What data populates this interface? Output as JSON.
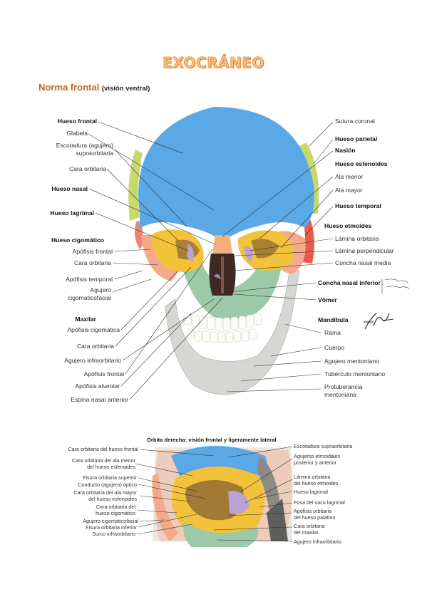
{
  "title": "EXOCRÁNEO",
  "subtitle": {
    "main": "Norma frontal",
    "detail": "(visión ventral)"
  },
  "figure1": {
    "left_labels": [
      {
        "text": "Hueso frontal",
        "bold": true
      },
      {
        "text": "Glabela",
        "bold": false
      },
      {
        "text": "Escotadura (agujero)",
        "bold": false
      },
      {
        "text": "supraorbitaria",
        "bold": false
      },
      {
        "text": "Cara orbitaria",
        "bold": false
      },
      {
        "text": "Hueso nasal",
        "bold": true
      },
      {
        "text": "Hueso lagrimal",
        "bold": true
      },
      {
        "text": "Hueso cigomático",
        "bold": true
      },
      {
        "text": "Apófisis frontal",
        "bold": false
      },
      {
        "text": "Cara orbitaria",
        "bold": false
      },
      {
        "text": "Apófisis temporal",
        "bold": false
      },
      {
        "text": "Agujero",
        "bold": false
      },
      {
        "text": "cigomaticofacial",
        "bold": false
      },
      {
        "text": "Maxilar",
        "bold": true
      },
      {
        "text": "Apófisis cigomática",
        "bold": false
      },
      {
        "text": "Cara orbitaria",
        "bold": false
      },
      {
        "text": "Agujero infraorbitario",
        "bold": false
      },
      {
        "text": "Apófisis frontal",
        "bold": false
      },
      {
        "text": "Apófisis alveolar",
        "bold": false
      },
      {
        "text": "Espina nasal anterior",
        "bold": false
      }
    ],
    "right_labels": [
      {
        "text": "Sutura coronal",
        "bold": false
      },
      {
        "text": "Hueso parietal",
        "bold": true
      },
      {
        "text": "Nasión",
        "bold": true
      },
      {
        "text": "Hueso esfenoides",
        "bold": true
      },
      {
        "text": "Ala menor",
        "bold": false
      },
      {
        "text": "Ala mayor",
        "bold": false
      },
      {
        "text": "Hueso temporal",
        "bold": true
      },
      {
        "text": "Hueso etmoides",
        "bold": true
      },
      {
        "text": "Lámina orbitaria",
        "bold": false
      },
      {
        "text": "Lámina perpendicular",
        "bold": false
      },
      {
        "text": "Concha nasal media",
        "bold": false
      },
      {
        "text": "Concha nasal inferior",
        "bold": true
      },
      {
        "text": "Vómer",
        "bold": true
      },
      {
        "text": "Mandíbula",
        "bold": true
      },
      {
        "text": "Rama",
        "bold": false
      },
      {
        "text": "Cuerpo",
        "bold": false
      },
      {
        "text": "Agujero mentoniano",
        "bold": false
      },
      {
        "text": "Tubérculo mentoniano",
        "bold": false
      },
      {
        "text": "Protuberancia",
        "bold": false
      },
      {
        "text": "mentoniana",
        "bold": false
      }
    ],
    "signature": "F. Netter"
  },
  "figure2": {
    "title": "Órbita derecha: visión frontal y ligeramente lateral",
    "left_labels": [
      "Cara orbitaria del hueso frontal",
      "Cara orbitaria del ala menor",
      "del hueso esfenoides",
      "Fisura orbitaria superior",
      "Conducto (agujero) óptico",
      "Cara orbitaria del ala mayor",
      "del hueso esfenoides",
      "Cara orbitaria del",
      "hueso cigomático",
      "Agujero cigomaticofacial",
      "Fisura orbitaria inferior",
      "Surco infraorbitario"
    ],
    "right_labels": [
      "Escotadura supraorbitaria",
      "Agujeros etmoidales",
      "posterior y anterior",
      "Lámina orbitaria",
      "del hueso etmoides",
      "Hueso lagrimal",
      "Fosa del saco lagrimal",
      "Apófisis orbitaria",
      "del hueso palatino",
      "Cara orbitaria",
      "del maxilar",
      "Agujero infraorbitario"
    ]
  },
  "colors": {
    "frontal": "#5aa9e6",
    "parietal": "#c8d86a",
    "zygomatic": "#f4a98a",
    "maxilla": "#9cc9a8",
    "mandible": "#d6d6d2",
    "nasal": "#f2b07a",
    "orbit_yellow": "#f2c23a",
    "temporal": "#e95a4c"
  }
}
